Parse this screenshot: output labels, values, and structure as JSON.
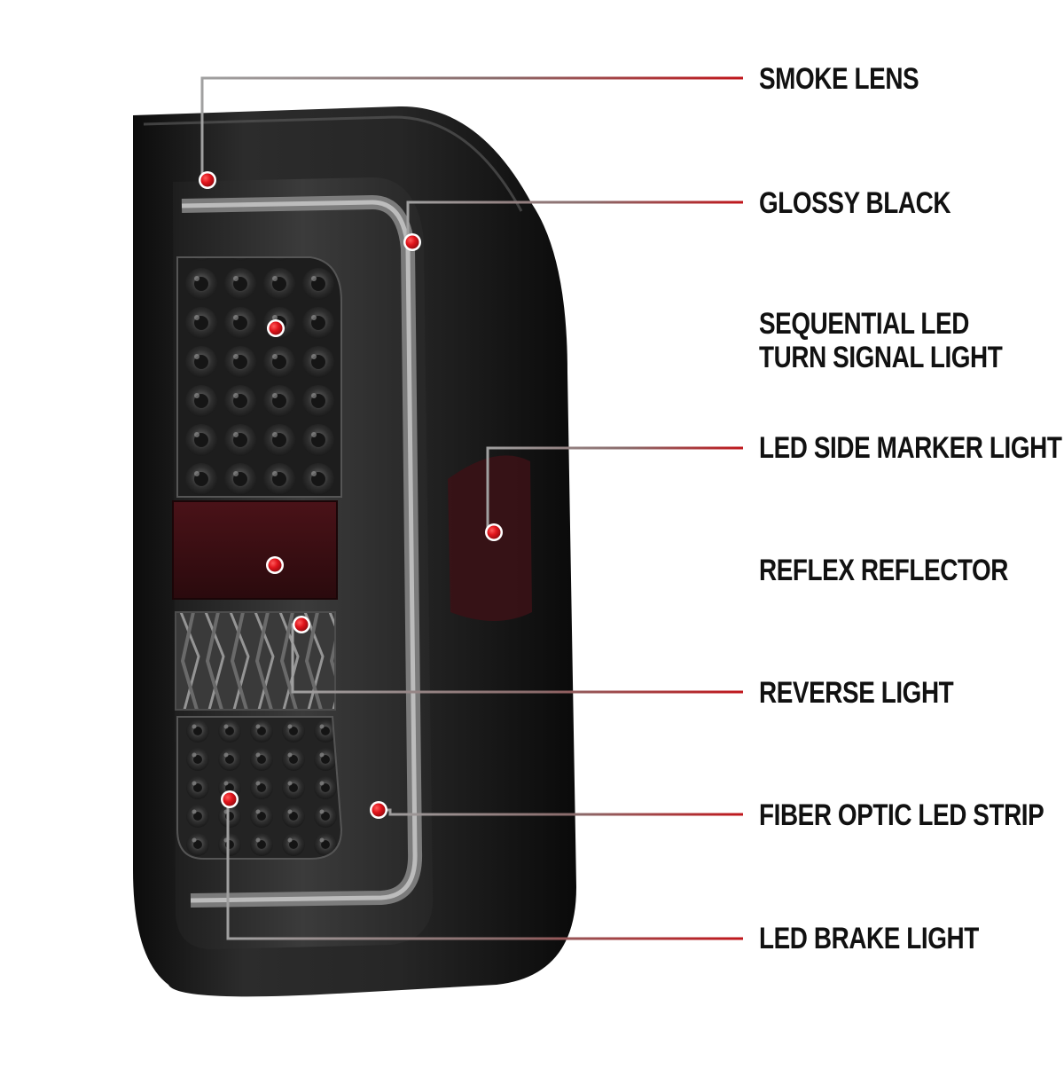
{
  "product": {
    "lens_finish": "smoke",
    "housing_color": "#2b2b2b",
    "reflector_color": "#3a1014"
  },
  "colors": {
    "leader_line_start": "#9a9a9a",
    "leader_line_end": "#c0161b",
    "marker_dot": "#e0141b"
  },
  "callouts": [
    {
      "id": "smoke-lens",
      "lines": [
        "SMOKE LENS"
      ]
    },
    {
      "id": "glossy-black",
      "lines": [
        "GLOSSY BLACK"
      ]
    },
    {
      "id": "sequential-led-turn-signal",
      "lines": [
        "SEQUENTIAL LED",
        "TURN SIGNAL LIGHT"
      ]
    },
    {
      "id": "led-side-marker",
      "lines": [
        "LED SIDE MARKER LIGHT"
      ]
    },
    {
      "id": "reflex-reflector",
      "lines": [
        "REFLEX REFLECTOR"
      ]
    },
    {
      "id": "reverse-light",
      "lines": [
        "REVERSE LIGHT"
      ]
    },
    {
      "id": "fiber-optic-led-strip",
      "lines": [
        "FIBER OPTIC LED STRIP"
      ]
    },
    {
      "id": "led-brake-light",
      "lines": [
        "LED BRAKE LIGHT"
      ]
    }
  ]
}
